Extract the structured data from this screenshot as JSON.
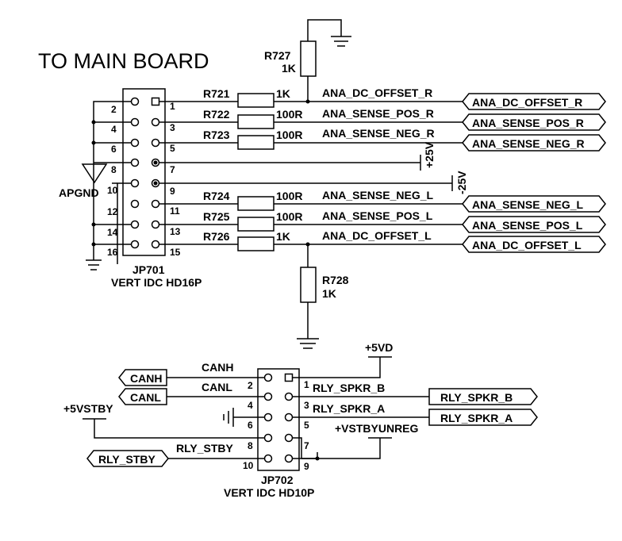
{
  "title": "TO MAIN BOARD",
  "jp701": {
    "ref": "JP701",
    "type": "VERT IDC HD16P",
    "pins_left": [
      "2",
      "4",
      "6",
      "8",
      "10",
      "12",
      "14",
      "16"
    ],
    "pins_right": [
      "1",
      "3",
      "5",
      "7",
      "9",
      "11",
      "13",
      "15"
    ]
  },
  "jp702": {
    "ref": "JP702",
    "type": "VERT IDC HD10P",
    "pins_left": [
      "2",
      "4",
      "6",
      "8",
      "10"
    ],
    "pins_right": [
      "1",
      "3",
      "5",
      "7",
      "9"
    ]
  },
  "resistors": [
    {
      "ref": "R721",
      "value": "1K"
    },
    {
      "ref": "R722",
      "value": "100R"
    },
    {
      "ref": "R723",
      "value": "100R"
    },
    {
      "ref": "R724",
      "value": "100R"
    },
    {
      "ref": "R725",
      "value": "100R"
    },
    {
      "ref": "R726",
      "value": "1K"
    },
    {
      "ref": "R727",
      "value": "1K"
    },
    {
      "ref": "R728",
      "value": "1K"
    }
  ],
  "nets": {
    "dc_offset_r": "ANA_DC_OFFSET_R",
    "sense_pos_r": "ANA_SENSE_POS_R",
    "sense_neg_r": "ANA_SENSE_NEG_R",
    "sense_neg_l": "ANA_SENSE_NEG_L",
    "sense_pos_l": "ANA_SENSE_POS_L",
    "dc_offset_l": "ANA_DC_OFFSET_L",
    "p25v": "+25V",
    "m25v": "-25V",
    "apgnd": "APGND",
    "canh": "CANH",
    "canl": "CANL",
    "p5vd": "+5VD",
    "p5vstby": "+5VSTBY",
    "rly_spkr_b": "RLY_SPKR_B",
    "rly_spkr_a": "RLY_SPKR_A",
    "rly_stby": "RLY_STBY",
    "vstbyunreg": "+VSTBYUNREG"
  },
  "colors": {
    "ink": "#000000",
    "paper": "#ffffff"
  }
}
